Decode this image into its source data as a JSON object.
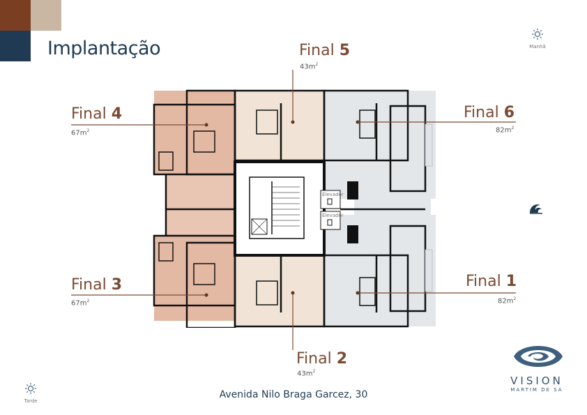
{
  "page": {
    "title": "Implantação",
    "address": "Avenida Nilo Braga Garcez, 30"
  },
  "colors": {
    "swatch_brown": "#7a3f22",
    "swatch_beige": "#c9b6a3",
    "swatch_navy": "#1f3a52",
    "final_4_3_fill": "#e4b9a3",
    "final_5_2_fill": "#f1e4d6",
    "final_6_1_fill": "#e3e7ea",
    "label_color": "#7a4a33"
  },
  "units": [
    {
      "id": "final-4",
      "label_prefix": "Final",
      "number": "4",
      "area": "67m",
      "area_unit": "2"
    },
    {
      "id": "final-5",
      "label_prefix": "Final",
      "number": "5",
      "area": "43m",
      "area_unit": "2"
    },
    {
      "id": "final-6",
      "label_prefix": "Final",
      "number": "6",
      "area": "82m",
      "area_unit": "2"
    },
    {
      "id": "final-3",
      "label_prefix": "Final",
      "number": "3",
      "area": "67m",
      "area_unit": "2"
    },
    {
      "id": "final-1",
      "label_prefix": "Final",
      "number": "1",
      "area": "82m",
      "area_unit": "2"
    },
    {
      "id": "final-2",
      "label_prefix": "Final",
      "number": "2",
      "area": "43m",
      "area_unit": "2"
    }
  ],
  "sun": {
    "morning": "Manhã",
    "afternoon": "Tarde"
  },
  "elevators": [
    "Elevador",
    "Elevador"
  ],
  "brand": {
    "name": "VISION",
    "sub": "MARTIM DE SÁ"
  },
  "icons": {
    "sun_morning": "sun-icon",
    "sun_afternoon": "sun-icon",
    "wave": "wave-icon",
    "logo": "vision-logo-icon"
  }
}
